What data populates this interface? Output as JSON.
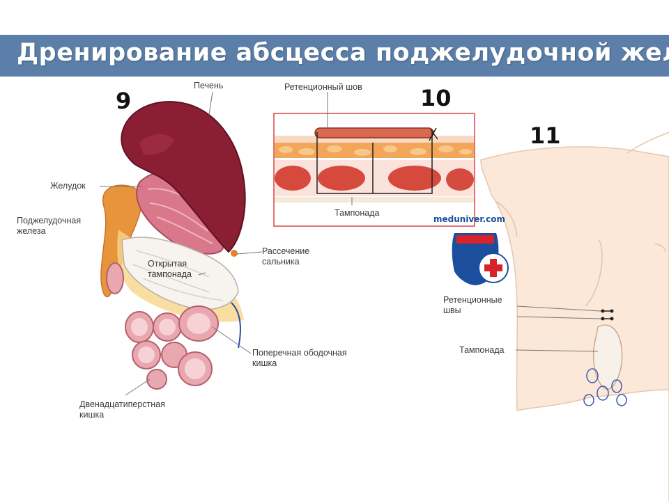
{
  "title": "Дренирование абсцесса поджелудочной железы",
  "panels": {
    "panel9": {
      "number": "9",
      "labels": {
        "liver": "Печень",
        "stomach": "Желудок",
        "pancreas": "Поджелудочная\nжелеза",
        "open_tamponade": "Открытая\nтампонада",
        "omentum_dissection": "Рассечение\nсальника",
        "transverse_colon": "Поперечная ободочная\nкишка",
        "duodenum": "Двенадцатиперстная\nкишка"
      }
    },
    "panel10": {
      "number": "10",
      "labels": {
        "retention_suture": "Ретенционный шов",
        "tamponade": "Тампонада"
      }
    },
    "panel11": {
      "number": "11",
      "labels": {
        "retention_sutures": "Ретенционные\nшвы",
        "tamponade": "Тампонада"
      }
    }
  },
  "watermark": {
    "text": "meduniver.com",
    "logo_icon": "medical-cross-shield-icon"
  },
  "colors": {
    "title_bar": "#5b7fa8",
    "liver": "#8a1f33",
    "stomach": "#d9788a",
    "pancreas": "#e8943c",
    "bowel": "#e9a8b0",
    "muscle": "#d23a2e",
    "fat": "#f2a65a",
    "skin": "#fbe8d8"
  }
}
